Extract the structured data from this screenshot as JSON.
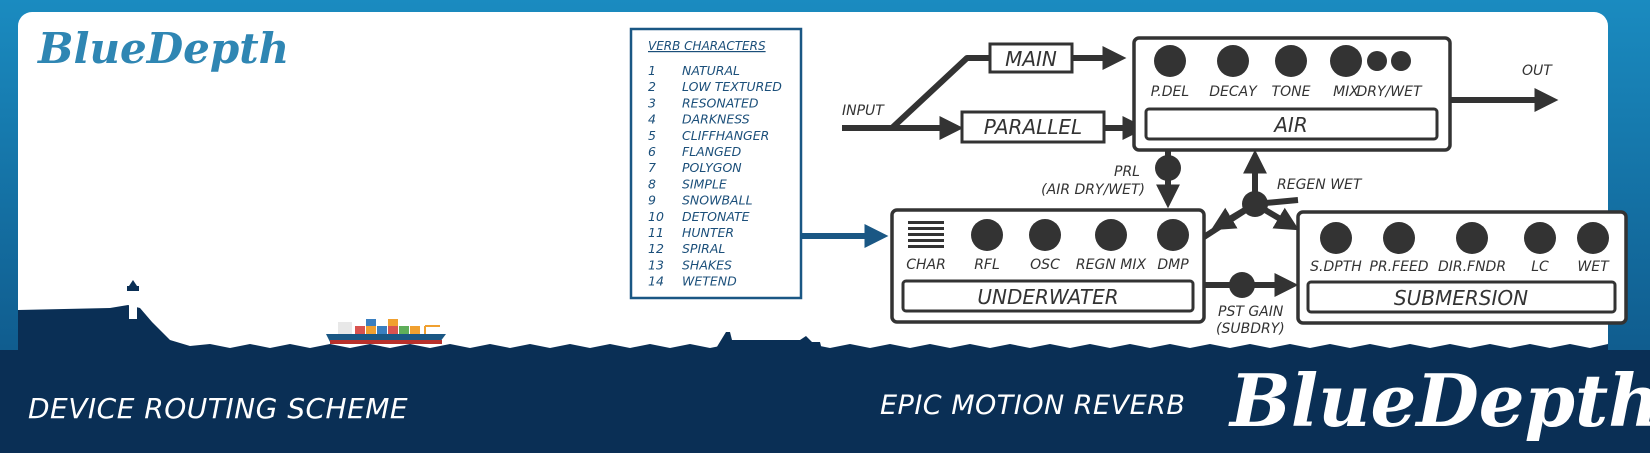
{
  "branding": {
    "logo_small": "BlueDepth",
    "logo_big": "BlueDepth",
    "left_title": "DEVICE ROUTING SCHEME",
    "right_title": "EPIC MOTION REVERB"
  },
  "legend": {
    "title": "VERB CHARACTERS",
    "items": [
      {
        "num": "1",
        "name": "NATURAL"
      },
      {
        "num": "2",
        "name": "LOW TEXTURED"
      },
      {
        "num": "3",
        "name": "RESONATED"
      },
      {
        "num": "4",
        "name": "DARKNESS"
      },
      {
        "num": "5",
        "name": "CLIFFHANGER"
      },
      {
        "num": "6",
        "name": "FLANGED"
      },
      {
        "num": "7",
        "name": "POLYGON"
      },
      {
        "num": "8",
        "name": "SIMPLE"
      },
      {
        "num": "9",
        "name": "SNOWBALL"
      },
      {
        "num": "10",
        "name": "DETONATE"
      },
      {
        "num": "11",
        "name": "HUNTER"
      },
      {
        "num": "12",
        "name": "SPIRAL"
      },
      {
        "num": "13",
        "name": "SHAKES"
      },
      {
        "num": "14",
        "name": "WETEND"
      }
    ]
  },
  "routing": {
    "input": "INPUT",
    "out": "OUT",
    "main": "MAIN",
    "parallel": "PARALLEL",
    "prl_1": "PRL",
    "prl_2": "(AIR DRY/WET)",
    "regen_wet": "REGEN WET",
    "pst_1": "PST GAIN",
    "pst_2": "(SUBDRY)"
  },
  "modules": {
    "air": {
      "name": "AIR",
      "knobs": [
        "P.DEL",
        "DECAY",
        "TONE",
        "MIX",
        "DRY/WET"
      ]
    },
    "underwater": {
      "name": "UNDERWATER",
      "knobs": [
        "CHAR",
        "RFL",
        "OSC",
        "REGN MIX",
        "DMP"
      ]
    },
    "submersion": {
      "name": "SUBMERSION",
      "knobs": [
        "S.DPTH",
        "PR.FEED",
        "DIR.FNDR",
        "LC",
        "WET"
      ]
    }
  },
  "colors": {
    "sea": "#0a2f55",
    "sky": "#1680b5",
    "panel": "#ffffff",
    "ink": "#333333",
    "legend_text": "#1b4f7a",
    "logo_blue": "#2f86b3"
  }
}
